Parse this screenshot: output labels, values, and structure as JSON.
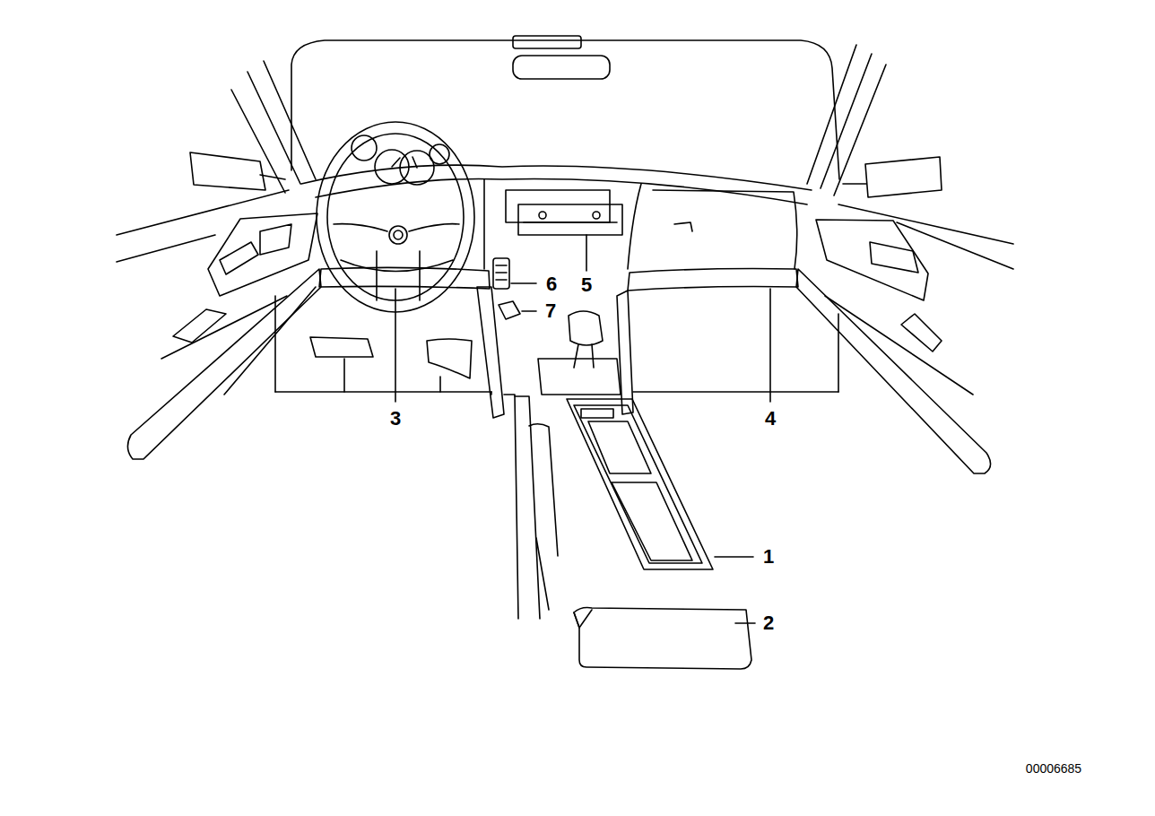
{
  "diagram": {
    "labels": [
      "6",
      "5",
      "7",
      "3",
      "4",
      "1",
      "2",
      "00006685"
    ]
  }
}
